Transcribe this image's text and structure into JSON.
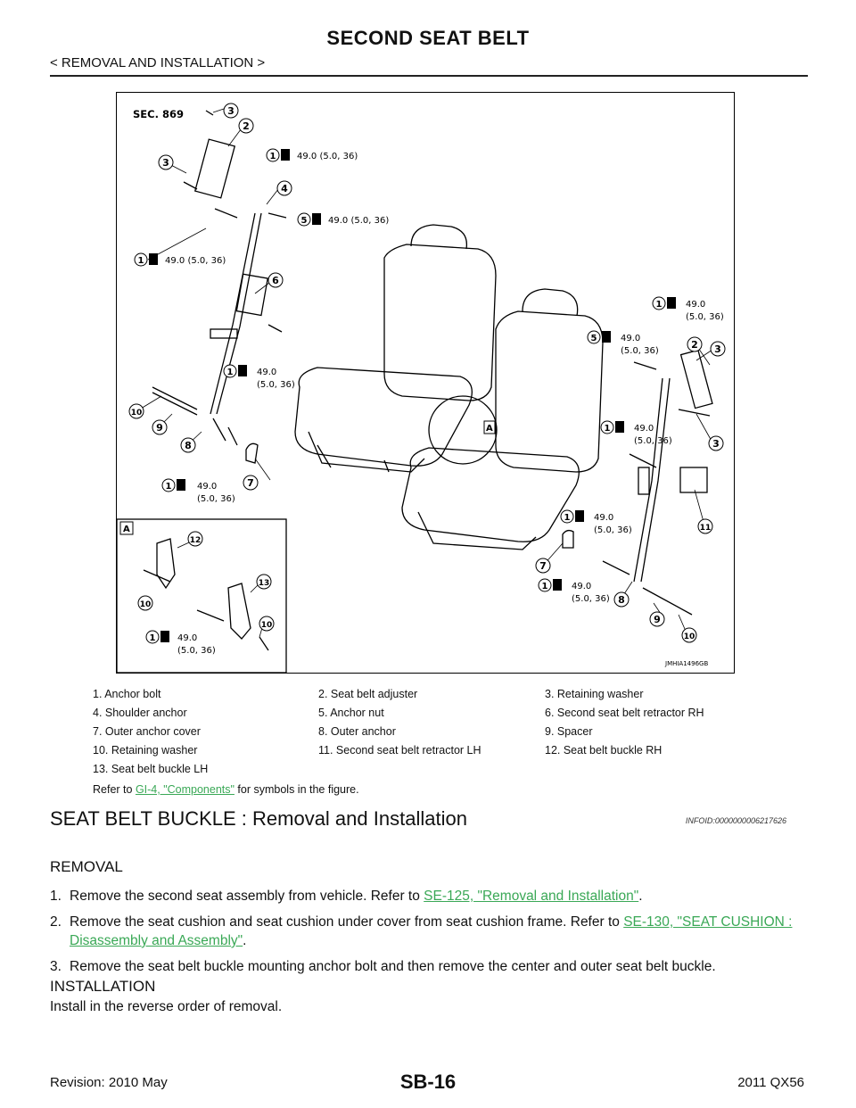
{
  "header": {
    "title": "SECOND SEAT BELT",
    "breadcrumb": "< REMOVAL AND INSTALLATION >"
  },
  "figure": {
    "section_label": "SEC. 869",
    "code": "JMHIA1496GB",
    "inset_label": "A",
    "torque_single": "49.0 (5.0, 36)",
    "torque_value": "49.0",
    "torque_units": "(5.0, 36)"
  },
  "legend": [
    [
      "1.    Anchor bolt",
      "2.    Seat belt adjuster",
      "3.    Retaining washer"
    ],
    [
      "4.    Shoulder anchor",
      "5.    Anchor nut",
      "6.    Second seat belt retractor RH"
    ],
    [
      "7.    Outer anchor cover",
      "8.    Outer anchor",
      "9.    Spacer"
    ],
    [
      "10.  Retaining washer",
      "11.  Second seat belt retractor LH",
      "12.  Seat belt buckle RH"
    ],
    [
      "13.  Seat belt buckle LH",
      "",
      ""
    ]
  ],
  "refer": {
    "prefix": "Refer to ",
    "link": "GI-4, \"Components\"",
    "suffix": " for symbols in the figure."
  },
  "section": {
    "heading": "SEAT BELT BUCKLE : Removal and Installation",
    "infoid": "INFOID:0000000006217626",
    "removal_heading": "REMOVAL",
    "steps": [
      {
        "num": "1.",
        "text": "Remove the second seat assembly from vehicle. Refer to ",
        "link": "SE-125, \"Removal and Installation\"",
        "end": "."
      },
      {
        "num": "2.",
        "text": "Remove the seat cushion and seat cushion under cover from seat cushion frame. Refer to ",
        "link": "SE-130, \"SEAT CUSHION : Disassembly and Assembly\"",
        "end": "."
      },
      {
        "num": "3.",
        "text": "Remove the seat belt buckle mounting anchor bolt and then remove the center and outer seat belt buckle.",
        "link": "",
        "end": ""
      }
    ],
    "installation_heading": "INSTALLATION",
    "installation_text": "Install in the reverse order of removal."
  },
  "footer": {
    "revision": "Revision: 2010 May",
    "page": "SB-16",
    "model": "2011 QX56"
  }
}
